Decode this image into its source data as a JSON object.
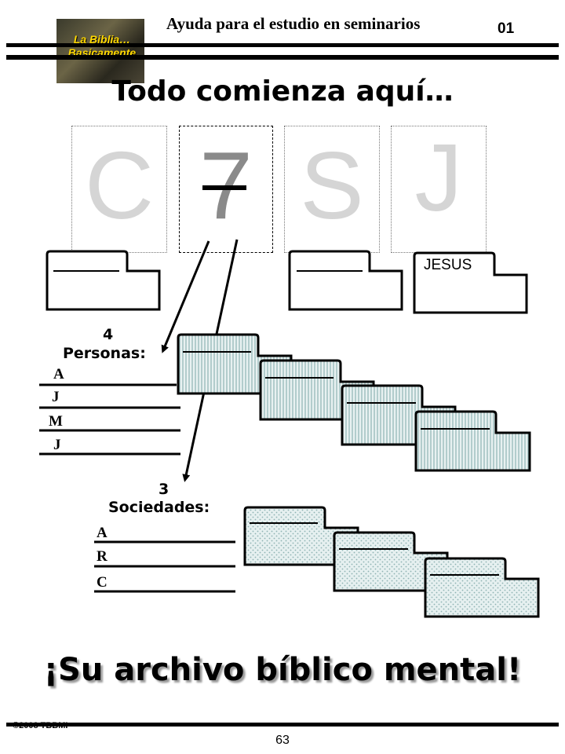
{
  "header": {
    "title": "Ayuda para el estudio en seminarios",
    "number": "01",
    "logo_text": [
      "La Biblia…",
      "Basicamente"
    ]
  },
  "main_title": "Todo comienza aquí…",
  "letters": [
    "C",
    "7",
    "S",
    "J"
  ],
  "folder_labels": {
    "jesus": "JESUS"
  },
  "personas": {
    "count": "4",
    "label": "Personas:",
    "letters": [
      "A",
      "J",
      "M",
      "J"
    ]
  },
  "sociedades": {
    "count": "3",
    "label": "Sociedades:",
    "letters": [
      "A",
      "R",
      "C"
    ]
  },
  "bottom_title": "¡Su archivo bíblico mental!",
  "footer": {
    "copyright": "©2008 TBBMI",
    "page": "63"
  },
  "colors": {
    "persona_stripe": "#8fb3b3",
    "persona_fill": "#e8f1f1",
    "sociedad_dot": "#8fb3b3",
    "sociedad_fill": "#e6f0f0",
    "logo_text": "#ffd800"
  }
}
